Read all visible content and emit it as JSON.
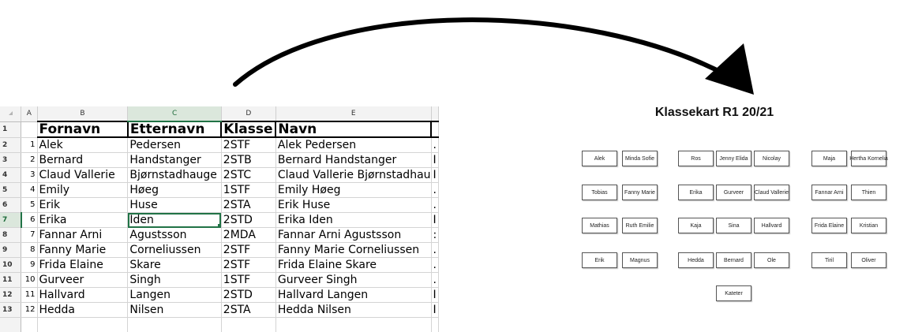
{
  "spreadsheet": {
    "column_headers": [
      "",
      "A",
      "B",
      "C",
      "D",
      "E",
      ""
    ],
    "row_numbers": [
      "1",
      "2",
      "3",
      "4",
      "5",
      "6",
      "7",
      "8",
      "9",
      "10",
      "11",
      "12",
      "13",
      ""
    ],
    "header_row": {
      "b": "Fornavn",
      "c": "Etternavn",
      "d": "Klasse",
      "e": "Navn"
    },
    "rows": [
      {
        "a": "1",
        "b": "Alek",
        "c": "Pedersen",
        "d": "2STF",
        "e": "Alek Pedersen",
        "f": "."
      },
      {
        "a": "2",
        "b": "Bernard",
        "c": "Handstanger",
        "d": "2STB",
        "e": "Bernard Handstanger",
        "f": "I"
      },
      {
        "a": "3",
        "b": "Claud Vallerie",
        "c": "Bjørnstadhauge",
        "d": "2STC",
        "e": "Claud Vallerie Bjørnstadhau",
        "f": "I"
      },
      {
        "a": "4",
        "b": "Emily",
        "c": "Høeg",
        "d": "1STF",
        "e": "Emily Høeg",
        "f": "."
      },
      {
        "a": "5",
        "b": "Erik",
        "c": "Huse",
        "d": "2STA",
        "e": "Erik Huse",
        "f": "."
      },
      {
        "a": "6",
        "b": "Erika",
        "c": "Iden",
        "d": "2STD",
        "e": "Erika Iden",
        "f": "I"
      },
      {
        "a": "7",
        "b": "Fannar Arni",
        "c": "Agustsson",
        "d": "2MDA",
        "e": "Fannar Arni Agustsson",
        "f": ":"
      },
      {
        "a": "8",
        "b": "Fanny Marie",
        "c": "Corneliussen",
        "d": "2STF",
        "e": "Fanny Marie Corneliussen",
        "f": "."
      },
      {
        "a": "9",
        "b": "Frida Elaine",
        "c": "Skare",
        "d": "2STF",
        "e": "Frida Elaine Skare",
        "f": "."
      },
      {
        "a": "10",
        "b": "Gurveer",
        "c": "Singh",
        "d": "1STF",
        "e": "Gurveer Singh",
        "f": "."
      },
      {
        "a": "11",
        "b": "Hallvard",
        "c": "Langen",
        "d": "2STD",
        "e": "Hallvard Langen",
        "f": "I"
      },
      {
        "a": "12",
        "b": "Hedda",
        "c": "Nilsen",
        "d": "2STA",
        "e": "Hedda Nilsen",
        "f": "I"
      }
    ],
    "active_cell": "C7",
    "colors": {
      "selection": "#217346",
      "header_bg": "#f3f3f3"
    }
  },
  "seating_chart": {
    "title": "Klassekart R1 20/21",
    "seats": [
      "Alek",
      "Minda Sofie",
      "Ros",
      "Jenny Elida",
      "Nicolay",
      "Maja",
      "Hertha Kornelia",
      "Tobias",
      "Fanny Marie",
      "Erika",
      "Gurveer",
      "Claud Vallerie",
      "Fannar Arni",
      "Thien",
      "Mathias",
      "Ruth Emilie",
      "Kaja",
      "Sina",
      "Hallvard",
      "Frida Elaine",
      "Kristian",
      "Erik",
      "Magnus",
      "Hedda",
      "Bernard",
      "Ole",
      "Tiril",
      "Oliver",
      "Kateter"
    ]
  }
}
